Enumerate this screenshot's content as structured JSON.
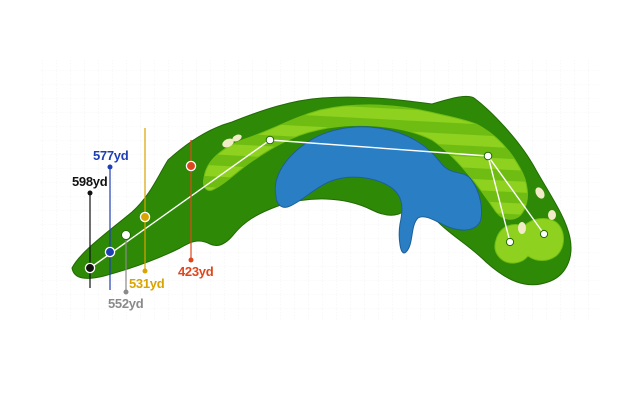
{
  "hole": {
    "tees": [
      {
        "id": "black",
        "distance_label": "598yd",
        "color": "#111111"
      },
      {
        "id": "blue",
        "distance_label": "577yd",
        "color": "#1f3fb4"
      },
      {
        "id": "gray",
        "distance_label": "552yd",
        "color": "#8a8a8a"
      },
      {
        "id": "gold",
        "distance_label": "531yd",
        "color": "#d9a400"
      },
      {
        "id": "red",
        "distance_label": "423yd",
        "color": "#e0461d"
      }
    ],
    "colors": {
      "rough": "#2e8a06",
      "rough_edge": "#216a04",
      "fairway_light": "#8ed11f",
      "fairway_dark": "#6fbd12",
      "water": "#2a7fc4",
      "water_edge": "#1d5f98",
      "sand": "#f1ecc7",
      "shot_line": "#ffffff",
      "grid": "#e9e9e9"
    }
  }
}
